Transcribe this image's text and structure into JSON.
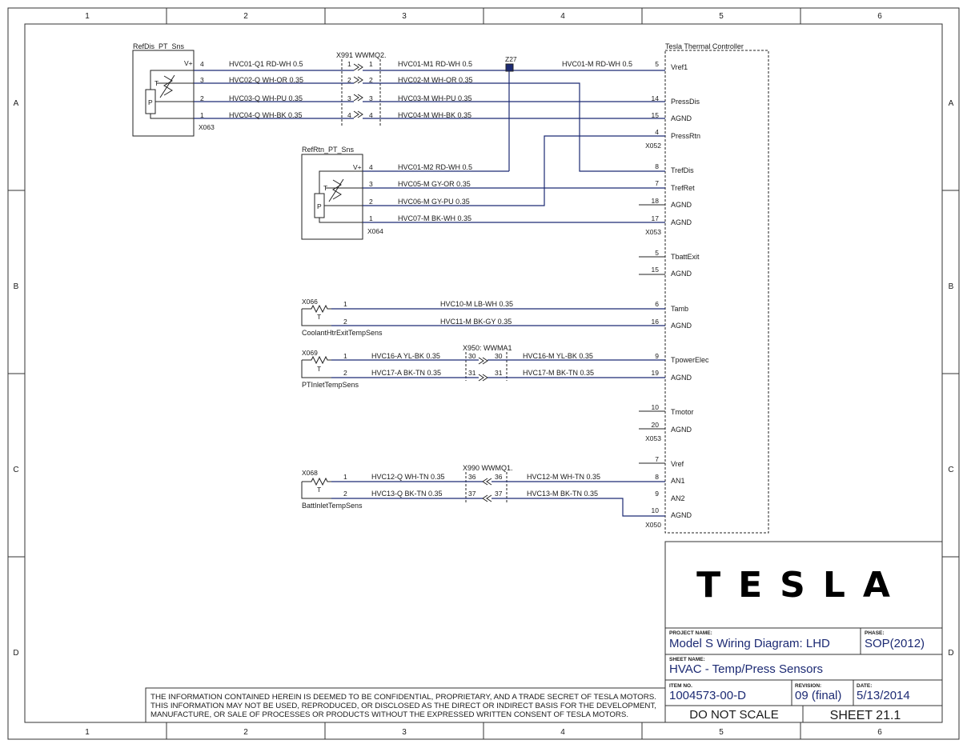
{
  "zones": {
    "columns": [
      "1",
      "2",
      "3",
      "4",
      "5",
      "6"
    ],
    "rows": [
      "A",
      "B",
      "C",
      "D"
    ]
  },
  "sensors": {
    "refdis": {
      "name": "RefDis_PT_Sns",
      "connector": "X063",
      "vplus": "V+",
      "t": "T",
      "p": "P"
    },
    "refrtn": {
      "name": "RefRtn_PT_Sns",
      "connector": "X064",
      "vplus": "V+",
      "t": "T",
      "p": "P"
    },
    "coolant": {
      "connector": "X066",
      "name": "CoolantHtrExitTempSens",
      "t": "T"
    },
    "ptinlet": {
      "connector": "X069",
      "name": "PTInletTempSens",
      "t": "T"
    },
    "battinlet": {
      "connector": "X068",
      "name": "BattInletTempSens",
      "t": "T"
    }
  },
  "inline_connectors": {
    "x991": "X991 WWMQ2.",
    "x950": "X950: WWMA1",
    "x990": "X990 WWMQ1.",
    "z27": "Z27"
  },
  "controller": {
    "title": "Tesla Thermal Controller",
    "connectors": [
      "X052",
      "X053",
      "X053",
      "X050"
    ],
    "terminals": [
      {
        "pin": "5",
        "name": "Vref1"
      },
      {
        "pin": "14",
        "name": "PressDis"
      },
      {
        "pin": "15",
        "name": "AGND"
      },
      {
        "pin": "4",
        "name": "PressRtn"
      },
      {
        "pin": "8",
        "name": "TrefDis"
      },
      {
        "pin": "7",
        "name": "TrefRet"
      },
      {
        "pin": "18",
        "name": "AGND"
      },
      {
        "pin": "17",
        "name": "AGND"
      },
      {
        "pin": "5",
        "name": "TbattExit"
      },
      {
        "pin": "15",
        "name": "AGND"
      },
      {
        "pin": "6",
        "name": "Tamb"
      },
      {
        "pin": "16",
        "name": "AGND"
      },
      {
        "pin": "9",
        "name": "TpowerElec"
      },
      {
        "pin": "19",
        "name": "AGND"
      },
      {
        "pin": "10",
        "name": "Tmotor"
      },
      {
        "pin": "20",
        "name": "AGND"
      },
      {
        "pin": "7",
        "name": "Vref"
      },
      {
        "pin": "8",
        "name": "AN1"
      },
      {
        "pin": "9",
        "name": "AN2"
      },
      {
        "pin": "10",
        "name": "AGND"
      }
    ]
  },
  "wires": {
    "refdis": [
      {
        "pin": "4",
        "left": "HVC01-Q1 RD-WH 0.5",
        "x_in": "1",
        "x_out": "1",
        "right": "HVC01-M1 RD-WH 0.5",
        "far": "HVC01-M RD-WH 0.5"
      },
      {
        "pin": "3",
        "left": "HVC02-Q WH-OR 0.35",
        "x_in": "2",
        "x_out": "2",
        "right": "HVC02-M WH-OR 0.35"
      },
      {
        "pin": "2",
        "left": "HVC03-Q WH-PU 0.35",
        "x_in": "3",
        "x_out": "3",
        "right": "HVC03-M WH-PU 0.35"
      },
      {
        "pin": "1",
        "left": "HVC04-Q WH-BK 0.35",
        "x_in": "4",
        "x_out": "4",
        "right": "HVC04-M WH-BK 0.35"
      }
    ],
    "refrtn": [
      {
        "pin": "4",
        "label": "HVC01-M2 RD-WH 0.5"
      },
      {
        "pin": "3",
        "label": "HVC05-M GY-OR 0.35"
      },
      {
        "pin": "2",
        "label": "HVC06-M GY-PU 0.35"
      },
      {
        "pin": "1",
        "label": "HVC07-M BK-WH 0.35"
      }
    ],
    "coolant": [
      {
        "pin": "1",
        "label": "HVC10-M LB-WH 0.35"
      },
      {
        "pin": "2",
        "label": "HVC11-M BK-GY 0.35"
      }
    ],
    "ptinlet": [
      {
        "pin": "1",
        "left": "HVC16-A YL-BK 0.35",
        "x_in": "30",
        "x_out": "30",
        "right": "HVC16-M YL-BK 0.35"
      },
      {
        "pin": "2",
        "left": "HVC17-A BK-TN 0.35",
        "x_in": "31",
        "x_out": "31",
        "right": "HVC17-M BK-TN 0.35"
      }
    ],
    "battinlet": [
      {
        "pin": "1",
        "left": "HVC12-Q WH-TN 0.35",
        "x_in": "36",
        "x_out": "36",
        "right": "HVC12-M WH-TN 0.35"
      },
      {
        "pin": "2",
        "left": "HVC13-Q BK-TN 0.35",
        "x_in": "37",
        "x_out": "37",
        "right": "HVC13-M BK-TN 0.35"
      }
    ]
  },
  "title_block": {
    "logo": "TESLA",
    "project_name_label": "PROJECT NAME:",
    "project_name": "Model S Wiring Diagram: LHD",
    "phase_label": "PHASE:",
    "phase": "SOP(2012)",
    "sheet_name_label": "SHEET NAME:",
    "sheet_name": "HVAC - Temp/Press Sensors",
    "item_label": "ITEM NO.",
    "item": "1004573-00-D",
    "revision_label": "REVISION:",
    "revision": "09 (final)",
    "date_label": "DATE:",
    "date": "5/13/2014",
    "scale": "DO NOT SCALE",
    "sheet": "SHEET 21.1"
  },
  "notice": [
    "THE INFORMATION CONTAINED HEREIN IS DEEMED TO BE CONFIDENTIAL, PROPRIETARY, AND A TRADE SECRET OF TESLA MOTORS.",
    "THIS INFORMATION MAY NOT BE USED, REPRODUCED, OR DISCLOSED AS THE DIRECT OR INDIRECT BASIS FOR THE DEVELOPMENT,",
    "MANUFACTURE, OR SALE OF PROCESSES OR PRODUCTS WITHOUT THE EXPRESSED WRITTEN CONSENT OF TESLA MOTORS."
  ]
}
